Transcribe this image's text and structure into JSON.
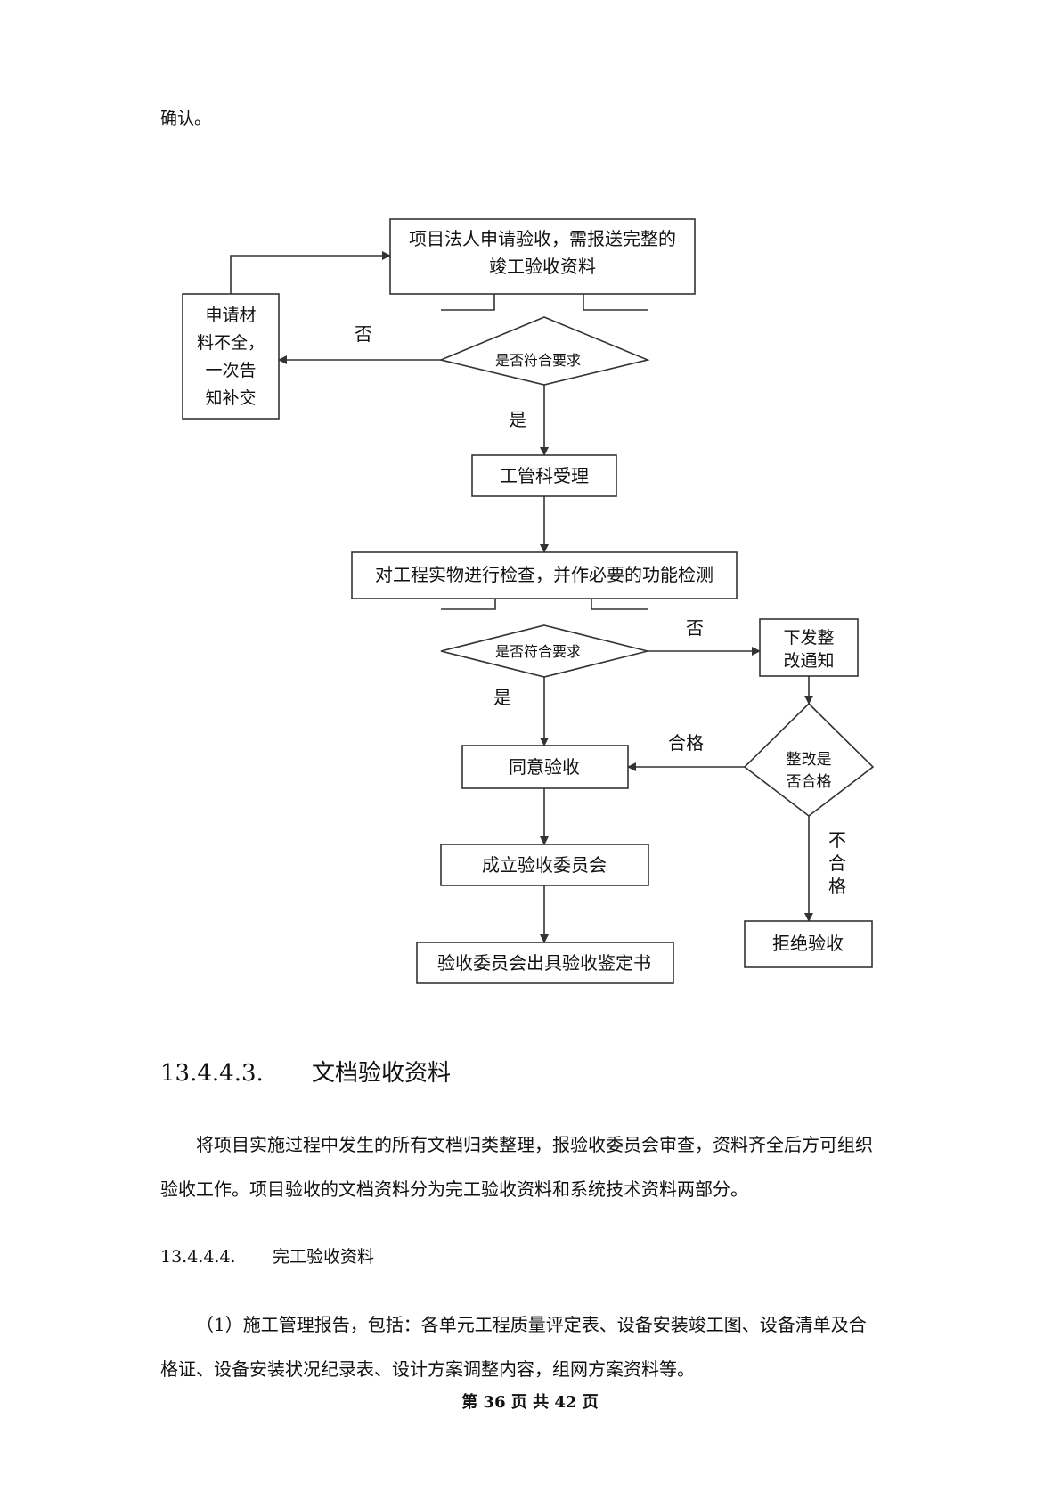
{
  "intro_text": "确认。",
  "flowchart": {
    "nodes": {
      "apply_line1": "项目法人申请验收，需报送完整的",
      "apply_line2": "竣工验收资料",
      "decision1": "是否符合要求",
      "incomplete_lines": [
        "申请材",
        "料不全，",
        "一次告",
        "知补交"
      ],
      "accept": "工管科受理",
      "inspect": "对工程实物进行检查，并作必要的功能检测",
      "decision2": "是否符合要求",
      "rectify_lines": [
        "下发整",
        "改通知"
      ],
      "agree": "同意验收",
      "decision3_lines": [
        "整改是",
        "否合格"
      ],
      "committee": "成立验收委员会",
      "report": "验收委员会出具验收鉴定书",
      "reject": "拒绝验收"
    },
    "edge_labels": {
      "no1": "否",
      "yes1": "是",
      "no2": "否",
      "yes2": "是",
      "pass": "合格",
      "fail_lines": [
        "不",
        "合",
        "格"
      ]
    }
  },
  "section_heading": {
    "number": "13.4.4.3.",
    "title": "文档验收资料"
  },
  "para1_line1": "将项目实施过程中发生的所有文档归类整理，报验收委员会审查，资料齐全后方可组织",
  "para1_line2": "验收工作。项目验收的文档资料分为完工验收资料和系统技术资料两部分。",
  "subsection_heading": {
    "number": "13.4.4.4.",
    "title": "完工验收资料"
  },
  "para2_line1": "（1）施工管理报告，包括：各单元工程质量评定表、设备安装竣工图、设备清单及合",
  "para2_line2": "格证、设备安装状况纪录表、设计方案调整内容，组网方案资料等。",
  "footer": "第 36 页 共 42 页",
  "colors": {
    "line": "#333333",
    "text": "#111111",
    "background": "#ffffff"
  }
}
